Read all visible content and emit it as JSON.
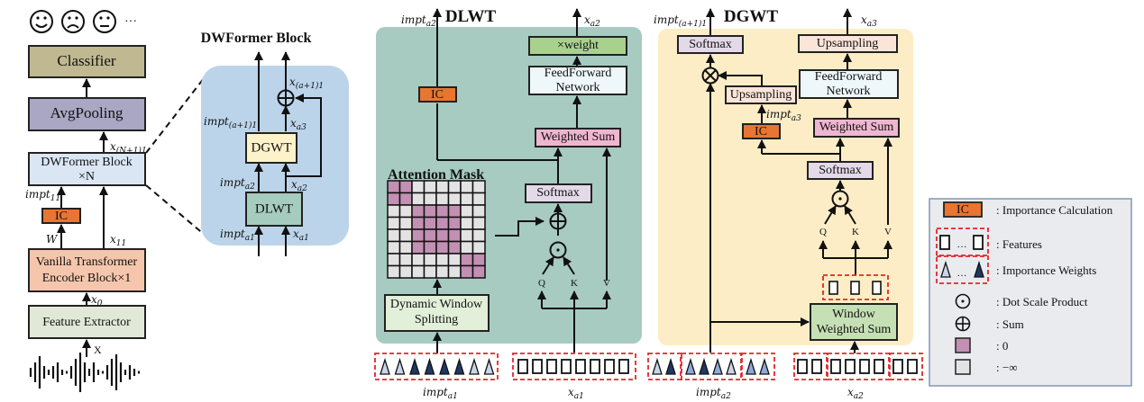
{
  "colors": {
    "classifier": "#bfb891",
    "avgpooling": "#a9a7c4",
    "dwformer_block": "#dbe6f4",
    "ic": "#e87531",
    "vanilla": "#f6c6ac",
    "feature_extractor": "#e2e8d7",
    "dwformer_bg": "#bcd4ea",
    "dgwt_box": "#fdf2c9",
    "dlwt_box": "#a6cbbf",
    "dlwt_bg": "#a7cbc1",
    "dgwt_bg": "#fdedc6",
    "weight": "#a9d18e",
    "ffn": "#eef7fa",
    "weighted_sum": "#eeb6cf",
    "softmax": "#e3d9e8",
    "dws": "#e2efd9",
    "upsampling": "#fbe5d9",
    "wws": "#c6e0b5",
    "mask_zero": "#c38fb3",
    "mask_neg": "#e3e3e3",
    "weight_light": "#c9d6ea",
    "weight_mid": "#8eaadb",
    "weight_dark": "#1f3864",
    "legend_bg": "#e9ebef",
    "red_dash": "#e3262a"
  },
  "overview": {
    "emotions": [
      "happy-face",
      "sad-face",
      "neutral-face"
    ],
    "ellipsis": "···",
    "classifier": "Classifier",
    "avgpooling": "AvgPooling",
    "dwformer_block_line1": "DWFormer Block",
    "dwformer_block_line2": "×N",
    "ic": "IC",
    "vanilla_line1": "Vanilla Transformer",
    "vanilla_line2": "Encoder Block×1",
    "feature_extractor": "Feature Extractor",
    "input_label": "X",
    "labels": {
      "x_N1": {
        "base": "x",
        "sub": "(N+1)1"
      },
      "impt_11": {
        "base": "impt",
        "sub": "11"
      },
      "W": {
        "base": "W",
        "sub": ""
      },
      "x_11": {
        "base": "x",
        "sub": "11"
      },
      "x_0": {
        "base": "x",
        "sub": "0"
      }
    }
  },
  "dwformer": {
    "title": "DWFormer Block",
    "dgwt": "DGWT",
    "dlwt": "DLWT",
    "labels": {
      "x_a1_1": {
        "base": "x",
        "sub": "(a+1)1"
      },
      "impt_a1_1": {
        "base": "impt",
        "sub": "(a+1)1"
      },
      "x_a3": {
        "base": "x",
        "sub": "a3"
      },
      "impt_a2": {
        "base": "impt",
        "sub": "a2"
      },
      "x_a2": {
        "base": "x",
        "sub": "a2"
      },
      "impt_a1": {
        "base": "impt",
        "sub": "a1"
      },
      "x_a1": {
        "base": "x",
        "sub": "a1"
      }
    }
  },
  "dlwt": {
    "title": "DLWT",
    "top_left_label": {
      "base": "impt",
      "sub": "a2"
    },
    "top_right_label": {
      "base": "x",
      "sub": "a2"
    },
    "weight": "×weight",
    "ffn_line1": "FeedForward",
    "ffn_line2": "Network",
    "ic": "IC",
    "weighted_sum": "Weighted Sum",
    "attention_mask_title": "Attention Mask",
    "softmax": "Softmax",
    "q": "Q",
    "k": "K",
    "v": "V",
    "dws_line1": "Dynamic Window",
    "dws_line2": "Splitting",
    "mask_windows": [
      [
        0,
        2
      ],
      [
        2,
        6
      ],
      [
        6,
        8
      ]
    ],
    "impt_weights": [
      "light",
      "light",
      "dark",
      "dark",
      "dark",
      "dark",
      "light",
      "light"
    ],
    "feature_count": 8,
    "bottom_left_label": {
      "base": "impt",
      "sub": "a1"
    },
    "bottom_right_label": {
      "base": "x",
      "sub": "a1"
    }
  },
  "dgwt": {
    "title": "DGWT",
    "top_left_label": {
      "base": "impt",
      "sub": "(a+1)1"
    },
    "top_right_label": {
      "base": "x",
      "sub": "a3"
    },
    "softmax_top": "Softmax",
    "upsampling_top": "Upsampling",
    "ffn_line1": "FeedForward",
    "ffn_line2": "Network",
    "upsampling_mid": "Upsampling",
    "impt_a3": {
      "base": "impt",
      "sub": "a3"
    },
    "ic": "IC",
    "weighted_sum": "Weighted Sum",
    "softmax_mid": "Softmax",
    "q": "Q",
    "k": "K",
    "v": "V",
    "wws_line1": "Window",
    "wws_line2": "Weighted Sum",
    "impt_groups": [
      [
        "light",
        "dark"
      ],
      [
        "mid",
        "dark",
        "mid",
        "light"
      ],
      [
        "mid",
        "mid"
      ]
    ],
    "feature_groups": [
      2,
      4,
      2
    ],
    "window_token_count": 3,
    "bottom_left_label": {
      "base": "impt",
      "sub": "a2"
    },
    "bottom_right_label": {
      "base": "x",
      "sub": "a2"
    }
  },
  "legend": {
    "items": [
      {
        "symbol": "ic-box",
        "symbol_text": "IC",
        "label": ": Importance Calculation"
      },
      {
        "symbol": "features",
        "symbol_text": "…",
        "label": ": Features"
      },
      {
        "symbol": "weights",
        "symbol_text": "…",
        "label": ": Importance Weights"
      },
      {
        "symbol": "dot-product",
        "symbol_text": "",
        "label": ": Dot Scale Product"
      },
      {
        "symbol": "sum",
        "symbol_text": "",
        "label": ": Sum"
      },
      {
        "symbol": "mask-zero",
        "symbol_text": "",
        "label": ":  0"
      },
      {
        "symbol": "mask-neg-inf",
        "symbol_text": "",
        "label": ":  −∞"
      }
    ]
  }
}
